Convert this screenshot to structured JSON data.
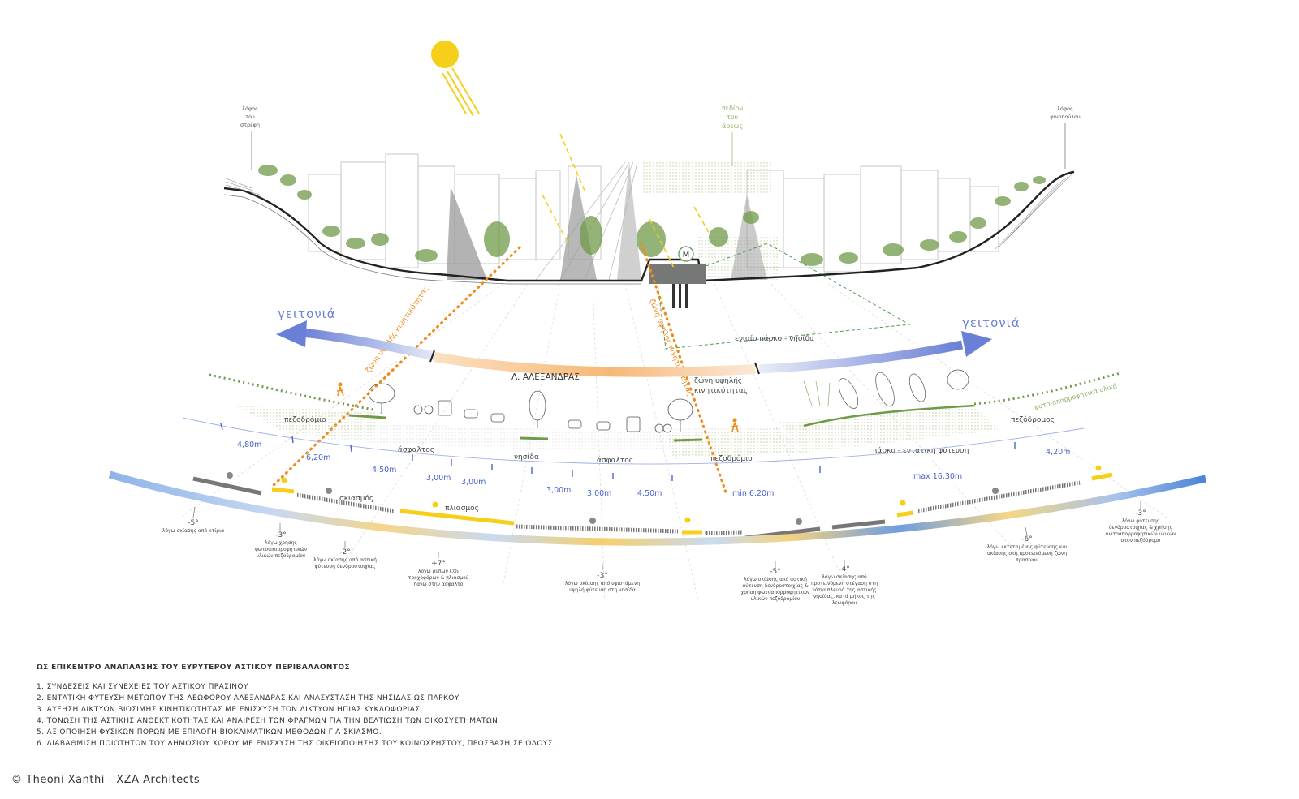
{
  "labels": {
    "hill_left": [
      "λόφος",
      "του",
      "στρέφη"
    ],
    "hill_center": [
      "πεδίον",
      "του",
      "άρεως"
    ],
    "hill_right": [
      "λόφος",
      "φινοπούλου"
    ],
    "neighborhood_left": "γειτονιά",
    "neighborhood_right": "γειτονιά",
    "avenue": "Λ. ΑΛΕΞΑΝΔΡΑΣ",
    "high_mobility_zone_a": "ζώνη υψηλής",
    "high_mobility_zone_b": "κινητικότητας",
    "zone_diag_left": "ζώνη υψηλής κινητικότητας",
    "zone_diag_center": "ζώνη υψηλής κινητικότητας",
    "unified_park": "ενιαίο πάρκο - νησίδα",
    "metro": "M",
    "sidewalk_left": "πεζοδρόμιο",
    "asphalt_left": "άσφαλτος",
    "island": "νησίδα",
    "asphalt_right": "άσφαλτος",
    "sidewalk_center": "πεζοδρόμιο",
    "park_planting": "πάρκο - εντατική φύτευση",
    "sidewalk_right": "πεζόδρομος",
    "green_edge": "φυτο-απορροφητικά υλικά",
    "shade_label": "σκιασμός",
    "sun_label": "πλιασμός"
  },
  "dimensions": [
    "4,80m",
    "6,20m",
    "4,50m",
    "3,00m",
    "3,00m",
    "3,00m",
    "3,00m",
    "4,50m",
    "min 6,20m",
    "max 16,30m",
    "4,20m"
  ],
  "temperatures": [
    {
      "value": "-5°",
      "lines": [
        "λόγω σκίασης από κτίρια"
      ]
    },
    {
      "value": "-3°",
      "lines": [
        "λόγω χρήσης",
        "φωτοαπορροφητικών",
        "υλικών πεζοδρομίου"
      ]
    },
    {
      "value": "-2°",
      "lines": [
        "λόγω σκίασης από αστική",
        "φύτευση δενδροστοιχίας"
      ]
    },
    {
      "value": "+7°",
      "lines": [
        "λόγω ρύπων CO₂",
        "τροχοφόρων & πλιασμού",
        "πάνω στην άσφαλτο"
      ]
    },
    {
      "value": "-3°",
      "lines": [
        "λόγω σκίασης από υψιστάμενη",
        "υψηλή φύτευση στη νησίδα"
      ]
    },
    {
      "value": "-5°",
      "lines": [
        "λόγω σκίασης από αστική",
        "φύτευση δενδροστοιχίας &",
        "χρήση φωτοαπορροφητικών",
        "υλικών πεζοδρομίου"
      ]
    },
    {
      "value": "-4°",
      "lines": [
        "λόγω σκίασης από",
        "προτεινόμενη στέγαση στη",
        "νότια πλευρά της αστικής",
        "νησίδας, κατά μήκος της",
        "λεωφόρου"
      ]
    },
    {
      "value": "-6°",
      "lines": [
        "λόγω εκτεταμένης φύτευσης και",
        "σκίασης στη προτεινόμενη ζώνη",
        "πρασίνου"
      ]
    },
    {
      "value": "-3°",
      "lines": [
        "λόγω φύτευσης",
        "δενδροστοιχίας & χρήσης",
        "φωτοαπορροφητικών υλικών",
        "στον πεζόδρομο"
      ]
    }
  ],
  "notes": {
    "heading": "ΩΣ ΕΠΙΚΕΝΤΡΟ ΑΝΑΠΛΑΣΗΣ ΤΟΥ ΕΥΡΥΤΕΡΟΥ ΑΣΤΙΚΟΥ ΠΕΡΙΒΑΛΛΟΝΤΟΣ",
    "items": [
      "1. ΣΥΝΔΕΣΕΙΣ ΚΑΙ ΣΥΝΕΧΕΙΕΣ ΤΟΥ ΑΣΤΙΚΟΥ ΠΡΑΣΙΝΟΥ",
      "2. ΕΝΤΑΤΙΚΗ ΦΥΤΕΥΣΗ ΜΕΤΩΠΟΥ ΤΗΣ ΛΕΩΦΟΡΟΥ ΑΛΕΞΑΝΔΡΑΣ ΚΑΙ ΑΝΑΣΥΣΤΑΣΗ ΤΗΣ ΝΗΣΙΔΑΣ ΩΣ ΠΑΡΚΟΥ",
      "3. ΑΥΞΗΣΗ ΔΙΚΤΥΩΝ ΒΙΩΣΙΜΗΣ ΚΙΝΗΤΙΚΟΤΗΤΑΣ ΜΕ ΕΝΙΣΧΥΣΗ ΤΩΝ ΔΙΚΤΥΩΝ ΗΠΙΑΣ ΚΥΚΛΟΦΟΡΙΑΣ.",
      "4. ΤΟΝΩΣΗ ΤΗΣ ΑΣΤΙΚΗΣ ΑΝΘΕΚΤΙΚΟΤΗΤΑΣ ΚΑΙ ΑΝΑΙΡΕΣΗ ΤΩΝ ΦΡΑΓΜΩΝ ΓΙΑ ΤΗΝ ΒΕΛΤΙΩΣΗ ΤΩΝ ΟΙΚΟΣΥΣΤΗΜΑΤΩΝ",
      "5. ΑΞΙΟΠΟΙΗΣΗ ΦΥΣΙΚΩΝ ΠΟΡΩΝ ΜΕ ΕΠΙΛΟΓΗ ΒΙΟΚΛΙΜΑΤΙΚΩΝ ΜΕΘΟΔΩΝ ΓΙΑ ΣΚΙΑΣΜΟ.",
      "6. ΔΙΑΒΑΘΜΙΣΗ ΠΟΙΟΤΗΤΩΝ ΤΟΥ ΔΗΜΟΣΙΟΥ ΧΩΡΟΥ ΜΕ ΕΝΙΣΧΥΣΗ ΤΗΣ ΟΙΚΕΙΟΠΟΙΗΣΗΣ ΤΟΥ ΚΟΙΝΟΧΡΗΣΤΟΥ, ΠΡΟΣΒΑΣΗ ΣΕ ΟΛΟΥΣ."
    ]
  },
  "credit": "© Theoni Xanthi - XZA Architects",
  "colors": {
    "sun": "#f5cf1a",
    "orange": "#f08a1c",
    "blue": "#7d8fdc",
    "green": "#6f9a4a",
    "dark": "#222222",
    "grey": "#b9b9b9"
  }
}
